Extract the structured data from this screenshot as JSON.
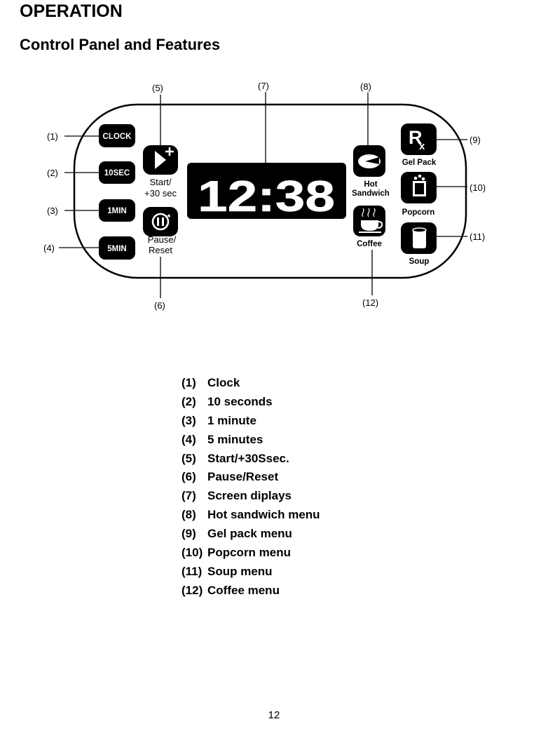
{
  "heading": "OPERATION",
  "subheading": "Control Panel and Features",
  "callouts": [
    "(1)",
    "(2)",
    "(3)",
    "(4)",
    "(5)",
    "(6)",
    "(7)",
    "(8)",
    "(9)",
    "(10)",
    "(11)",
    "(12)"
  ],
  "panel": {
    "buttons": {
      "clock": "CLOCK",
      "sec10": "10SEC",
      "min1": "1MIN",
      "min5": "5MIN"
    },
    "start_label": [
      "Start/",
      "+30 sec"
    ],
    "pause_label": [
      "Pause/",
      "Reset"
    ],
    "display_value": "12:38",
    "hot_sandwich_label": [
      "Hot",
      "Sandwich"
    ],
    "coffee_label": "Coffee",
    "gel_pack_label": "Gel Pack",
    "popcorn_label": "Popcorn",
    "soup_label": "Soup",
    "rx_symbol": "R",
    "rx_sub": "x"
  },
  "features": [
    {
      "num": "(1)",
      "label": "Clock"
    },
    {
      "num": "(2)",
      "label": "10 seconds"
    },
    {
      "num": "(3)",
      "label": "1 minute"
    },
    {
      "num": "(4)",
      "label": "5 minutes"
    },
    {
      "num": "(5)",
      "label": "Start/+30Ssec."
    },
    {
      "num": "(6)",
      "label": "Pause/Reset"
    },
    {
      "num": "(7)",
      "label": "Screen diplays"
    },
    {
      "num": "(8)",
      "label": "Hot sandwich menu"
    },
    {
      "num": "(9)",
      "label": "Gel pack menu"
    },
    {
      "num": "(10)",
      "label": "Popcorn menu"
    },
    {
      "num": "(11)",
      "label": "Soup menu"
    },
    {
      "num": "(12)",
      "label": "Coffee menu"
    }
  ],
  "page_number": "12"
}
